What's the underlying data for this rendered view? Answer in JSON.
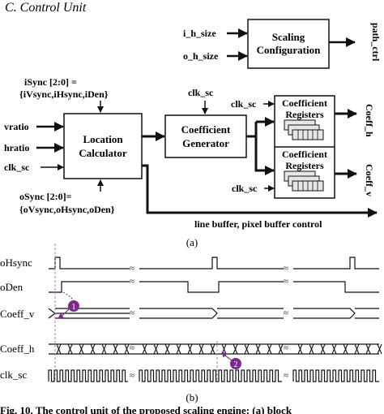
{
  "section_title": "C.   Control Unit",
  "blocks": {
    "scaling": [
      "Scaling",
      "Configuration"
    ],
    "location": [
      "Location",
      "Calculator"
    ],
    "coefgen": [
      "Coefficient",
      "Generator"
    ],
    "coefreg": [
      "Coefficient",
      "Registers"
    ]
  },
  "signals": {
    "i_h_size": "i_h_size",
    "o_h_size": "o_h_size",
    "path_ctrl": "path_ctrl",
    "isync_line1": "iSync [2:0] =",
    "isync_line2": "{iVsync,iHsync,iDen}",
    "clk_sc": "clk_sc",
    "vratio": "vratio",
    "hratio": "hratio",
    "osync_line1": "oSync [2:0]=",
    "osync_line2": "{oVsync,oHsync,oDen}",
    "coeff_h": "Coeff_h",
    "coeff_v": "Coeff_v",
    "line_buffer": "line buffer, pixel buffer control"
  },
  "caption_a": "(a)",
  "caption_b": "(b)",
  "timing": {
    "signals": [
      "oHsync",
      "oDen",
      "Coeff_v",
      "Coeff_h",
      "clk_sc"
    ],
    "markers": [
      "1",
      "2"
    ]
  },
  "figure_caption": "Fig. 10. The control unit of the proposed scaling engine: (a) block",
  "colors": {
    "ink": "#111111",
    "marker": "#7a2a8a",
    "guide": "#c070d0",
    "block_fill": "#ffffff",
    "reg_fill": "#e6e6e6"
  }
}
